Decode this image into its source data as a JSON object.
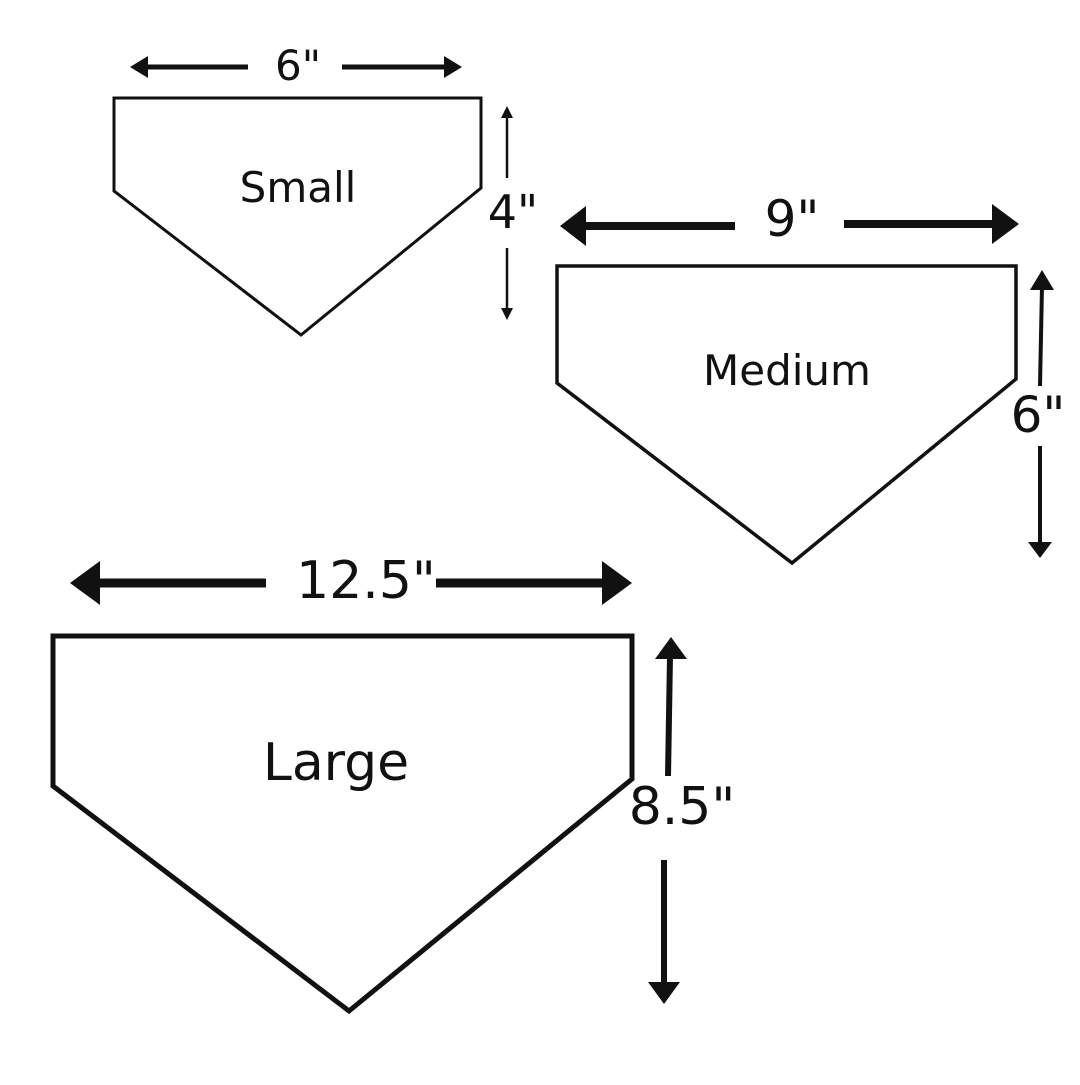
{
  "plates": [
    {
      "id": "small",
      "label": "Small",
      "width": "6\"",
      "height": "4\""
    },
    {
      "id": "medium",
      "label": "Medium",
      "width": "9\"",
      "height": "6\""
    },
    {
      "id": "large",
      "label": "Large",
      "width": "12.5\"",
      "height": "8.5\""
    }
  ],
  "colors": {
    "stroke": "#111111",
    "background": "#ffffff"
  }
}
